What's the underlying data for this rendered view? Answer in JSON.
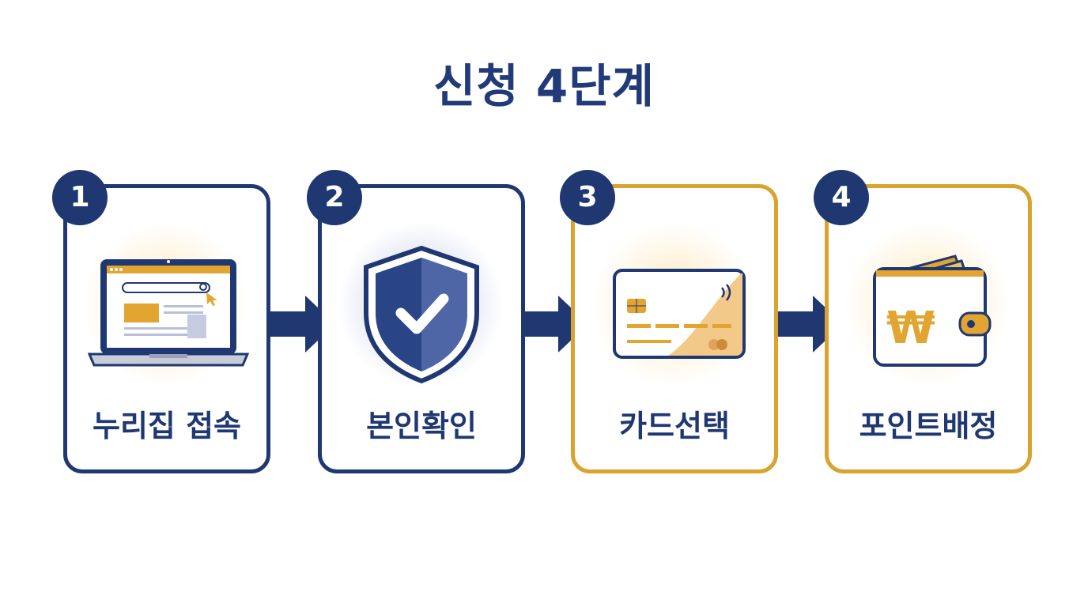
{
  "title": "신청 4단계",
  "steps": [
    {
      "number": "1",
      "label": "누리집 접속",
      "icon": "laptop-icon"
    },
    {
      "number": "2",
      "label": "본인확인",
      "icon": "shield-check-icon"
    },
    {
      "number": "3",
      "label": "카드선택",
      "icon": "credit-card-icon"
    },
    {
      "number": "4",
      "label": "포인트배정",
      "icon": "wallet-icon"
    }
  ],
  "wallet_symbol": "₩",
  "colors": {
    "navy": "#1f3872",
    "gold": "#d9a32e",
    "background": "#ffffff"
  }
}
